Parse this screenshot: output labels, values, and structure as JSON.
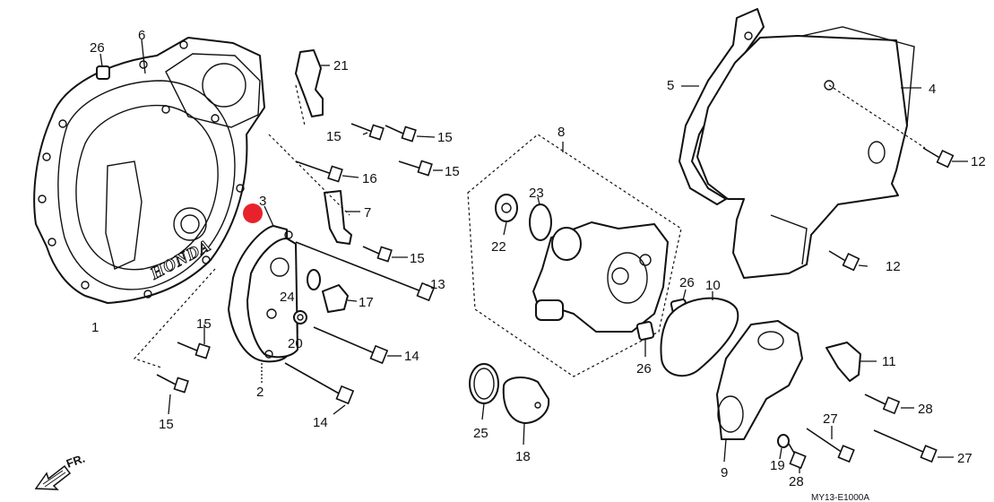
{
  "labels": {
    "p1": "1",
    "p2": "2",
    "p3": "3",
    "p4": "4",
    "p5": "5",
    "p6": "6",
    "p7": "7",
    "p8": "8",
    "p9": "9",
    "p10": "10",
    "p11": "11",
    "p12a": "12",
    "p12b": "12",
    "p13": "13",
    "p14a": "14",
    "p14b": "14",
    "p15a": "15",
    "p15b": "15",
    "p15c": "15",
    "p15d": "15",
    "p15e": "15",
    "p15f": "15",
    "p16": "16",
    "p17": "17",
    "p18": "18",
    "p19": "19",
    "p20": "20",
    "p21": "21",
    "p22": "22",
    "p23": "23",
    "p24": "24",
    "p25": "25",
    "p26a": "26",
    "p26b": "26",
    "p26c": "26",
    "p27a": "27",
    "p27b": "27",
    "p28a": "28",
    "p28b": "28"
  },
  "direction_label": "FR.",
  "diagram_code": "MY13-E1000A",
  "cover_brand": "HONDA",
  "marker_color": "#e8222a"
}
